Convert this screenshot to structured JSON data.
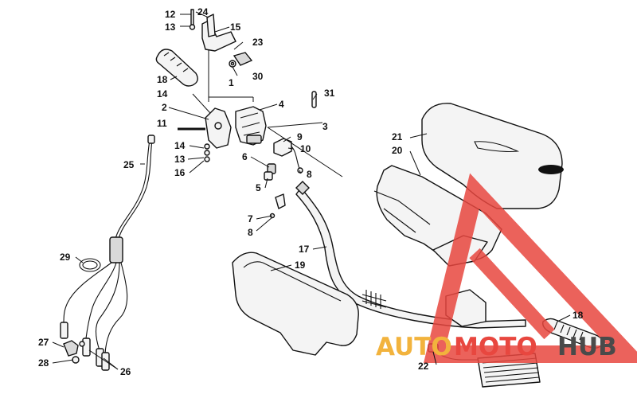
{
  "callouts": {
    "c1": "1",
    "c2": "2",
    "c3": "3",
    "c4": "4",
    "c5": "5",
    "c6": "6",
    "c7": "7",
    "c8a": "8",
    "c8b": "8",
    "c9": "9",
    "c10": "10",
    "c11": "11",
    "c12": "12",
    "c13a": "13",
    "c13b": "13",
    "c14a": "14",
    "c14b": "14",
    "c15": "15",
    "c16": "16",
    "c17": "17",
    "c18a": "18",
    "c18b": "18",
    "c19": "19",
    "c20": "20",
    "c21": "21",
    "c22": "22",
    "c23": "23",
    "c24": "24",
    "c25": "25",
    "c26": "26",
    "c27": "27",
    "c28": "28",
    "c29": "29",
    "c30": "30",
    "c31": "31"
  },
  "watermark": {
    "part1": "AUTO",
    "part2": "MOTO",
    "part3": "HUB",
    "color_orange": "#f2b33d",
    "color_red": "#e8473f",
    "color_dark": "#4a4a4a"
  }
}
